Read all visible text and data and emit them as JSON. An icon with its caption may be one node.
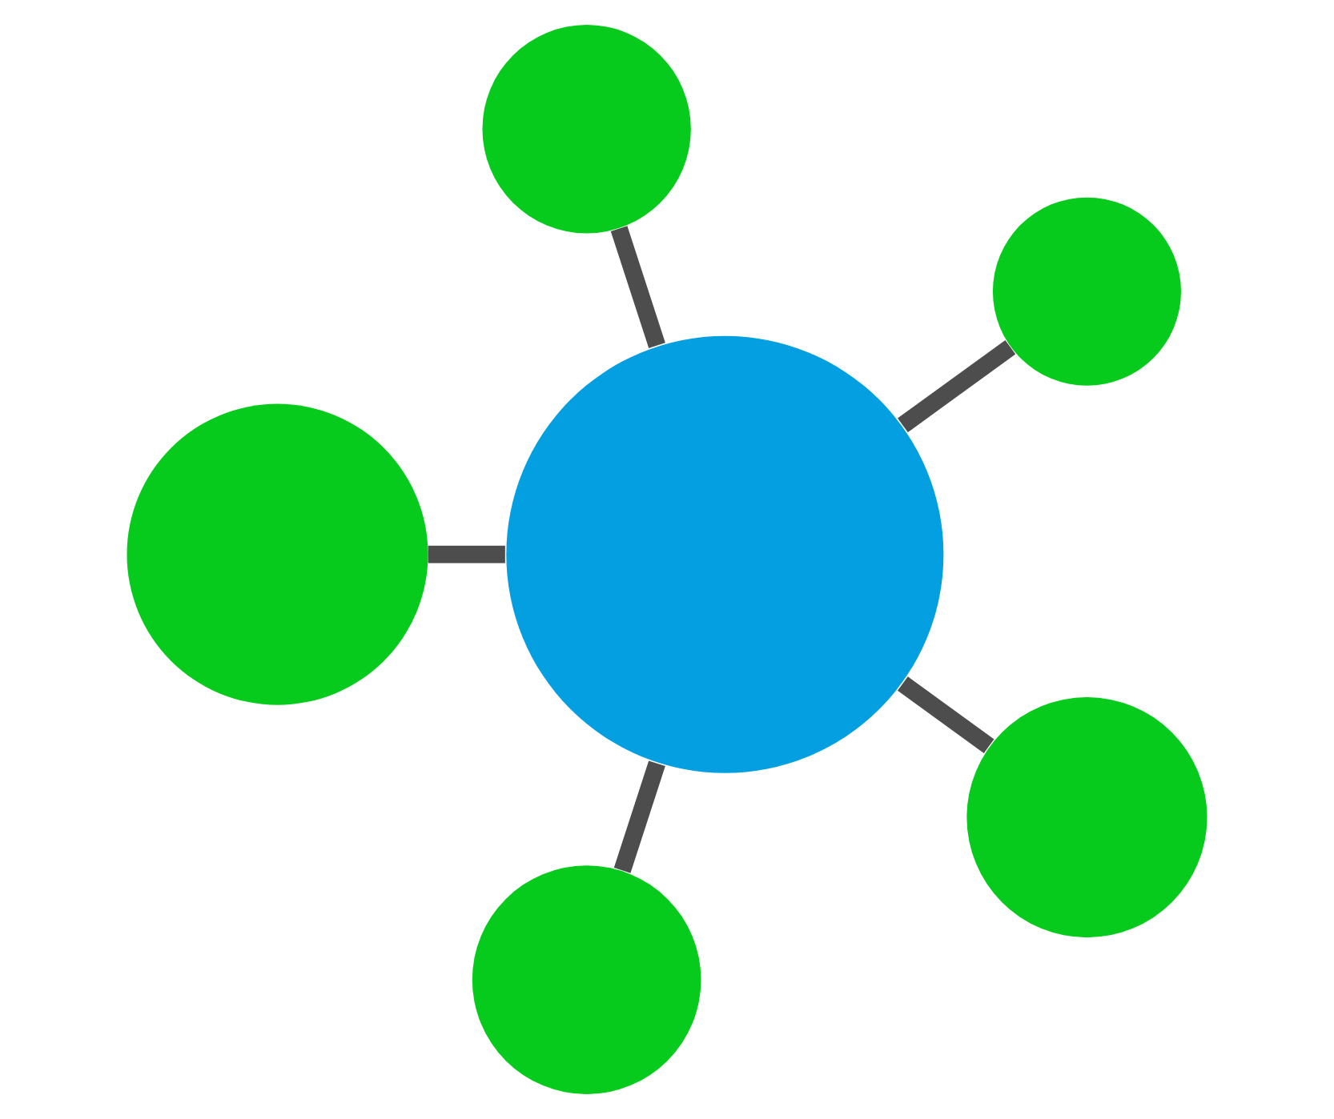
{
  "diagram": {
    "nodes": [
      {
        "text": [],
        "shape": "circle"
      },
      {
        "text": [],
        "shape": "circle"
      },
      {
        "text": [],
        "shape": "circle"
      },
      {
        "text": [],
        "shape": "circle"
      },
      {
        "text": [],
        "shape": "circle"
      },
      {
        "text": [],
        "shape": "circle"
      }
    ],
    "edges": [
      {
        "from": 0,
        "to": 1,
        "arrow": "none"
      },
      {
        "from": 0,
        "to": 2,
        "arrow": "none"
      },
      {
        "from": 0,
        "to": 3,
        "arrow": "none"
      },
      {
        "from": 0,
        "to": 4,
        "arrow": "none"
      },
      {
        "from": 0,
        "to": 5,
        "arrow": "none"
      }
    ]
  }
}
